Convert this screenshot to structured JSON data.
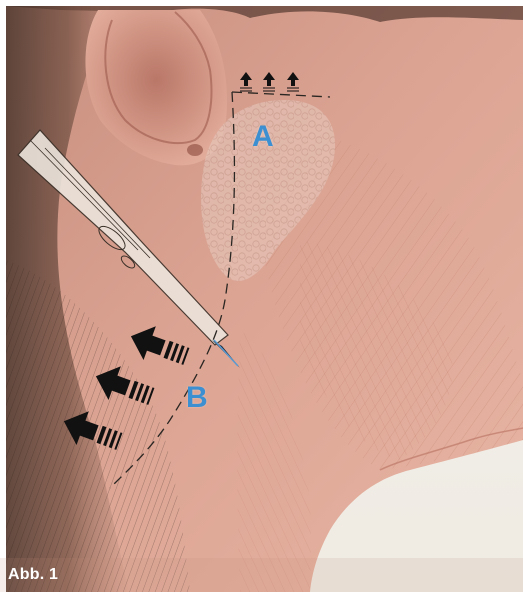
{
  "figure": {
    "caption": "Abb. 1",
    "label_a": "A",
    "label_b": "B"
  },
  "colors": {
    "label": "#3c8fd0",
    "caption_text": "#ffffff",
    "arrows": "#111111",
    "skin": "#d8a08e"
  },
  "icons": {
    "instrument": "cannula-icon",
    "upper_arrows": "up-arrow-icon",
    "lower_arrows": "left-up-arrow-icon"
  }
}
